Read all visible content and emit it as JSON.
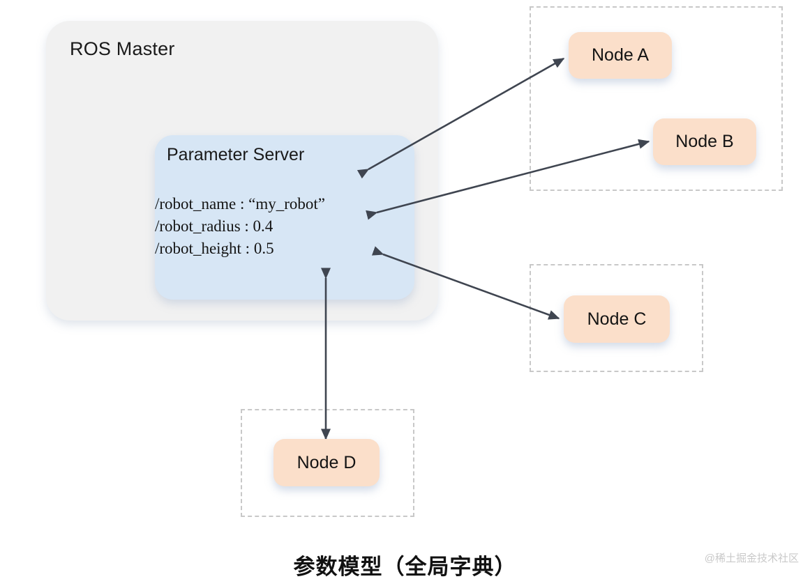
{
  "diagram": {
    "caption": "参数模型（全局字典）",
    "watermark": "@稀土掘金技术社区"
  },
  "ros_master": {
    "label": "ROS Master"
  },
  "parameter_server": {
    "title": "Parameter Server",
    "parameters": [
      "/robot_name : “my_robot”",
      "/robot_radius : 0.4",
      "/robot_height : 0.5"
    ]
  },
  "nodes": [
    {
      "id": "node-a",
      "label": "Node A"
    },
    {
      "id": "node-b",
      "label": "Node B"
    },
    {
      "id": "node-c",
      "label": "Node C"
    },
    {
      "id": "node-d",
      "label": "Node D"
    }
  ],
  "connections": [
    {
      "from": "parameter-server",
      "to": "node-a",
      "type": "bidirectional"
    },
    {
      "from": "parameter-server",
      "to": "node-b",
      "type": "bidirectional"
    },
    {
      "from": "parameter-server",
      "to": "node-c",
      "type": "bidirectional"
    },
    {
      "from": "parameter-server",
      "to": "node-d",
      "type": "bidirectional"
    }
  ],
  "colors": {
    "ros_master_fill": "#f1f1f1",
    "parameter_server_fill": "#d7e6f5",
    "node_fill": "#fbdfca",
    "dashed_border": "#c8c8c8",
    "arrow": "#3f4550",
    "caption_text": "#111111",
    "watermark_text": "#c9c9c9"
  }
}
